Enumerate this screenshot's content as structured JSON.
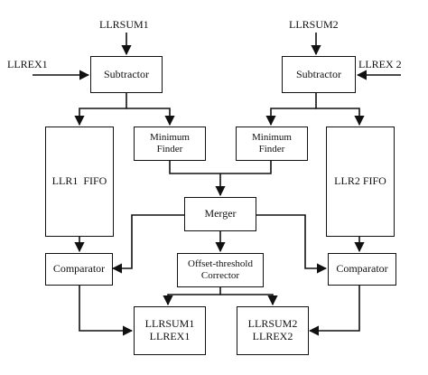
{
  "inputs": {
    "llrsum1": "LLRSUM1",
    "llrex1": "LLREX1",
    "llrsum2": "LLRSUM2",
    "llrex2": "LLREX 2"
  },
  "blocks": {
    "subtractor_left": "Subtractor",
    "subtractor_right": "Subtractor",
    "min_finder_left": [
      "Minimum",
      "Finder"
    ],
    "min_finder_right": [
      "Minimum",
      "Finder"
    ],
    "llr1_fifo": "LLR1  FIFO",
    "llr2_fifo": "LLR2 FIFO",
    "merger": "Merger",
    "comparator_left": "Comparator",
    "comparator_right": "Comparator",
    "offset_corrector": [
      "Offset-threshold",
      "Corrector"
    ],
    "output_left": [
      "LLRSUM1",
      "LLREX1"
    ],
    "output_right": [
      "LLRSUM2",
      "LLREX2"
    ]
  }
}
